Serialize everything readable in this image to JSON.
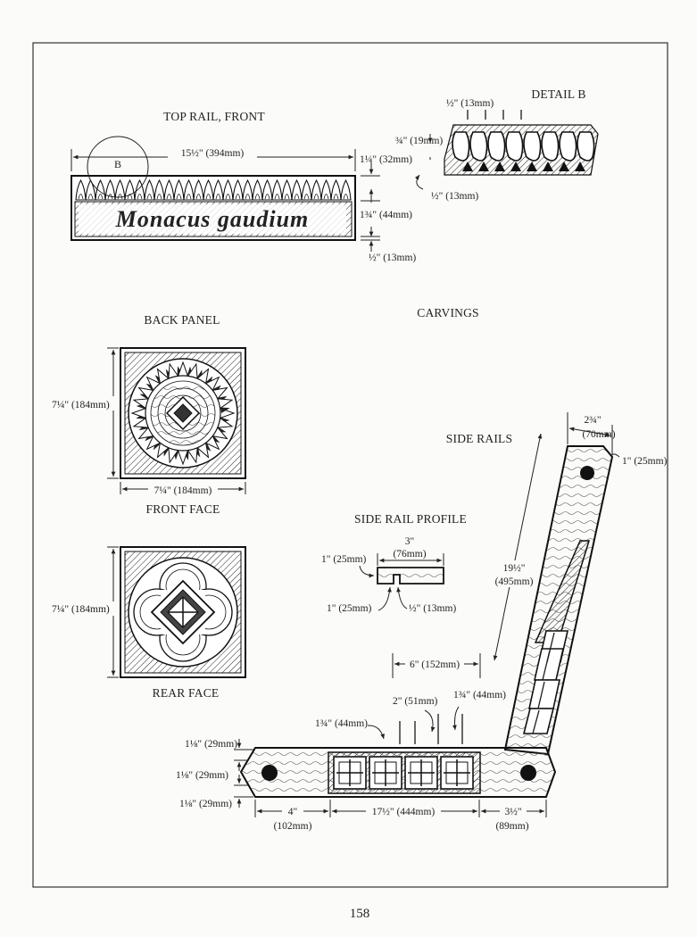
{
  "page_number": "158",
  "top_rail": {
    "title": "TOP RAIL, FRONT",
    "length": "15½\" (394mm)",
    "callout": "B",
    "inscription": "Monacus gaudium",
    "dim_top_band": "1¼\" (32mm)",
    "dim_bottom_band": "1¾\" (44mm)",
    "dim_edge": "½\" (13mm)"
  },
  "detail_b": {
    "title": "DETAIL B",
    "dim_spacing": "½\" (13mm)",
    "dim_depth": "¾\" (19mm)",
    "dim_offset": "½\" (13mm)"
  },
  "carvings_label": "CARVINGS",
  "back_panel": {
    "title": "BACK PANEL",
    "front": {
      "caption": "FRONT FACE",
      "height": "7¼\" (184mm)",
      "width": "7¼\" (184mm)"
    },
    "rear": {
      "caption": "REAR FACE",
      "height": "7¼\" (184mm)"
    }
  },
  "side_rail_profile": {
    "title": "SIDE RAIL PROFILE",
    "width": "3\"",
    "width_mm": "(76mm)",
    "dim_left_top": "1\" (25mm)",
    "dim_left_bottom": "1\" (25mm)",
    "dim_groove": "½\" (13mm)"
  },
  "side_rails": {
    "title": "SIDE RAILS",
    "top_width": "2¾\"",
    "top_width_mm": "(70mm)",
    "top_end": "1\" (25mm)",
    "upright_length": "19½\"",
    "upright_length_mm": "(495mm)",
    "carving_span": "6\" (152mm)",
    "dim_a": "2\" (51mm)",
    "dim_b": "1¾\" (44mm)",
    "dim_c": "1¾\" (44mm)",
    "left_dims": [
      "1⅛\" (29mm)",
      "1⅛\" (29mm)",
      "1⅛\" (29mm)"
    ],
    "base_left": "4\"",
    "base_left_mm": "(102mm)",
    "base_mid": "17½\" (444mm)",
    "base_right": "3½\"",
    "base_right_mm": "(89mm)"
  }
}
